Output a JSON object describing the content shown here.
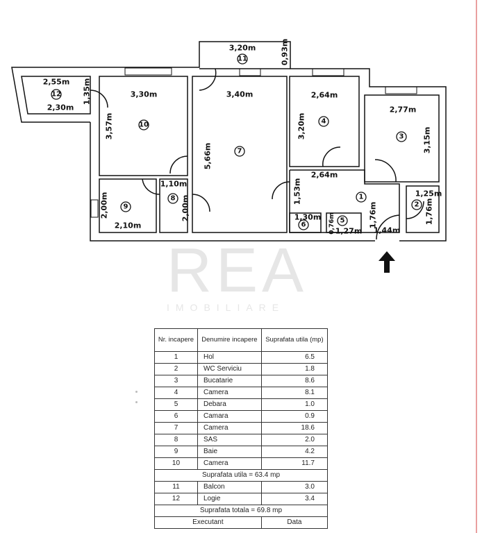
{
  "watermark": {
    "brand": "REA",
    "subtitle": "IMOBILIARE"
  },
  "plan": {
    "rooms": {
      "r1": {
        "num": "1",
        "dims": [
          "2,64m",
          "1,53m",
          "1,76m",
          "1,44m"
        ]
      },
      "r2": {
        "num": "2",
        "dims": [
          "1,25m",
          "1,76m"
        ]
      },
      "r3": {
        "num": "3",
        "dims": [
          "2,77m",
          "3,15m"
        ]
      },
      "r4": {
        "num": "4",
        "dims": [
          "2,64m",
          "3,20m"
        ]
      },
      "r5": {
        "num": "5",
        "dims": [
          "0,76m",
          "1,27m"
        ]
      },
      "r6": {
        "num": "6",
        "dims": [
          "1,30m"
        ]
      },
      "r7": {
        "num": "7",
        "dims": [
          "3,40m",
          "5,66m"
        ]
      },
      "r8": {
        "num": "8",
        "dims": [
          "1,10m",
          "2,00m"
        ]
      },
      "r9": {
        "num": "9",
        "dims": [
          "2,00m",
          "2,10m"
        ]
      },
      "r10": {
        "num": "10",
        "dims": [
          "3,30m",
          "3,57m"
        ]
      },
      "r11": {
        "num": "11",
        "dims": [
          "3,20m",
          "0,93m"
        ]
      },
      "r12": {
        "num": "12",
        "dims": [
          "2,55m",
          "2,30m",
          "1,35m"
        ]
      }
    }
  },
  "table": {
    "headers": [
      "Nr. incapere",
      "Denumire incapere",
      "Suprafata utila (mp)"
    ],
    "rows": [
      [
        "1",
        "Hol",
        "6.5"
      ],
      [
        "2",
        "WC Serviciu",
        "1.8"
      ],
      [
        "3",
        "Bucatarie",
        "8.6"
      ],
      [
        "4",
        "Camera",
        "8.1"
      ],
      [
        "5",
        "Debara",
        "1.0"
      ],
      [
        "6",
        "Camara",
        "0.9"
      ],
      [
        "7",
        "Camera",
        "18.6"
      ],
      [
        "8",
        "SAS",
        "2.0"
      ],
      [
        "9",
        "Baie",
        "4.2"
      ],
      [
        "10",
        "Camera",
        "11.7"
      ]
    ],
    "subtotal": "Suprafata utila = 63.4 mp",
    "extra_rows": [
      [
        "11",
        "Balcon",
        "3.0"
      ],
      [
        "12",
        "Logie",
        "3.4"
      ]
    ],
    "total": "Suprafata totala = 69.8 mp",
    "footer": [
      "Executant",
      "Data"
    ]
  }
}
